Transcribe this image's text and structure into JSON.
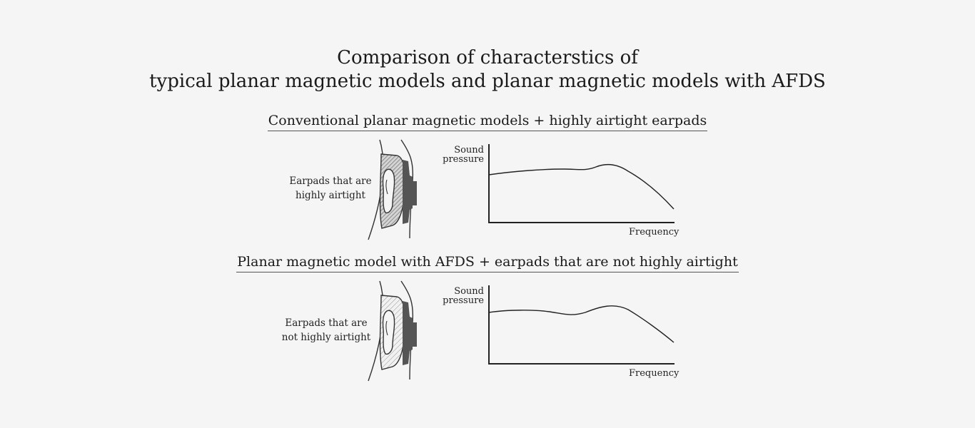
{
  "title": {
    "line1": "Comparison of characterstics of",
    "line2": "typical planar magnetic models and planar magnetic models with AFDS"
  },
  "sections": [
    {
      "heading": "Conventional planar magnetic models + highly airtight earpads",
      "earpad_label_line1": "Earpads that are",
      "earpad_label_line2": "highly airtight",
      "ylabel_line1": "Sound",
      "ylabel_line2": "pressure",
      "xlabel": "Frequency"
    },
    {
      "heading": "Planar magnetic model with AFDS + earpads that are not highly airtight",
      "earpad_label_line1": "Earpads that are",
      "earpad_label_line2": "not highly airtight",
      "ylabel_line1": "Sound",
      "ylabel_line2": "pressure",
      "xlabel": "Frequency"
    }
  ],
  "colors": {
    "background": "#f5f5f5",
    "line": "#222222",
    "driver": "#555555"
  }
}
